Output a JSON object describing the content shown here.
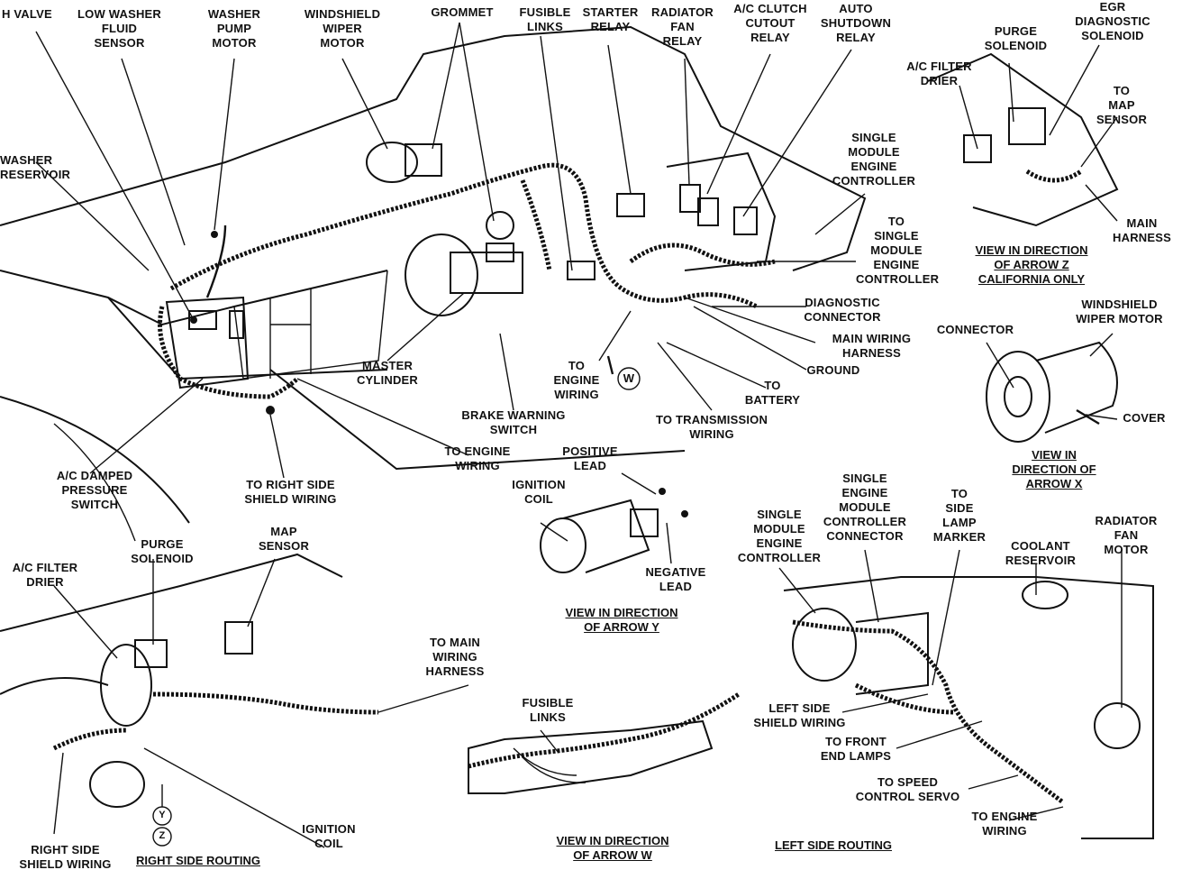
{
  "labels": {
    "h_valve": "H VALVE",
    "low_washer": "LOW WASHER\nFLUID\nSENSOR",
    "washer_pump": "WASHER\nPUMP\nMOTOR",
    "wiper_motor": "WINDSHIELD\nWIPER\nMOTOR",
    "grommet": "GROMMET",
    "fusible_links": "FUSIBLE\nLINKS",
    "starter_relay": "STARTER\nRELAY",
    "radiator_fan_relay": "RADIATOR\nFAN\nRELAY",
    "ac_clutch": "A/C CLUTCH\nCUTOUT\nRELAY",
    "auto_shutdown": "AUTO\nSHUTDOWN\nRELAY",
    "egr_solenoid": "EGR\nDIAGNOSTIC\nSOLENOID",
    "purge_solenoid_z": "PURGE\nSOLENOID",
    "ac_filter_z": "A/C FILTER\nDRIER",
    "to_map_sensor": "TO\nMAP\nSENSOR",
    "main_harness_z": "MAIN\nHARNESS",
    "washer_reservoir": "WASHER\nRESERVOIR",
    "smec_top": "SINGLE\nMODULE\nENGINE\nCONTROLLER",
    "to_smec": "TO\nSINGLE\nMODULE\nENGINE\nCONTROLLER",
    "diagnostic_connector": "DIAGNOSTIC\nCONNECTOR",
    "main_wiring_harness": "MAIN WIRING\nHARNESS",
    "ground": "GROUND",
    "to_battery": "TO\nBATTERY",
    "to_transmission": "TO TRANSMISSION\nWIRING",
    "to_engine_wiring_w": "TO\nENGINE\nWIRING",
    "master_cylinder": "MASTER\nCYLINDER",
    "brake_warning": "BRAKE WARNING\nSWITCH",
    "to_engine_wiring_mid": "TO ENGINE\nWIRING",
    "ac_damped": "A/C DAMPED\nPRESSURE\nSWITCH",
    "to_right_shield": "TO RIGHT SIDE\nSHIELD WIRING",
    "connector_x": "CONNECTOR",
    "wiper_motor_x": "WINDSHIELD\nWIPER MOTOR",
    "cover": "COVER",
    "positive_lead": "POSITIVE\nLEAD",
    "ignition_coil_y": "IGNITION\nCOIL",
    "negative_lead": "NEGATIVE\nLEAD",
    "ac_filter_rs": "A/C FILTER\nDRIER",
    "purge_solenoid_rs": "PURGE\nSOLENOID",
    "map_sensor_rs": "MAP\nSENSOR",
    "to_main_wiring": "TO MAIN\nWIRING\nHARNESS",
    "fusible_links_w": "FUSIBLE\nLINKS",
    "ignition_coil_rs": "IGNITION\nCOIL",
    "right_shield": "RIGHT SIDE\nSHIELD WIRING",
    "smec_ls": "SINGLE\nMODULE\nENGINE\nCONTROLLER",
    "smec_connector": "SINGLE\nENGINE\nMODULE\nCONTROLLER\nCONNECTOR",
    "to_side_lamp": "TO\nSIDE\nLAMP\nMARKER",
    "coolant_reservoir": "COOLANT\nRESERVOIR",
    "radiator_fan_motor": "RADIATOR\nFAN\nMOTOR",
    "left_shield": "LEFT SIDE\nSHIELD WIRING",
    "to_front_lamps": "TO FRONT\nEND LAMPS",
    "to_speed_control": "TO SPEED\nCONTROL SERVO",
    "to_engine_wiring_ls": "TO ENGINE\nWIRING"
  },
  "callouts": {
    "w": "W",
    "y": "Y",
    "z": "Z"
  },
  "captions": {
    "arrow_z": "VIEW IN DIRECTION\nOF ARROW Z\nCALIFORNIA ONLY",
    "arrow_x": "VIEW IN\nDIRECTION OF\nARROW X",
    "arrow_y": "VIEW IN DIRECTION\nOF ARROW Y",
    "arrow_w": "VIEW IN DIRECTION\nOF ARROW W",
    "right_side": "RIGHT SIDE ROUTING",
    "left_side": "LEFT SIDE ROUTING"
  }
}
